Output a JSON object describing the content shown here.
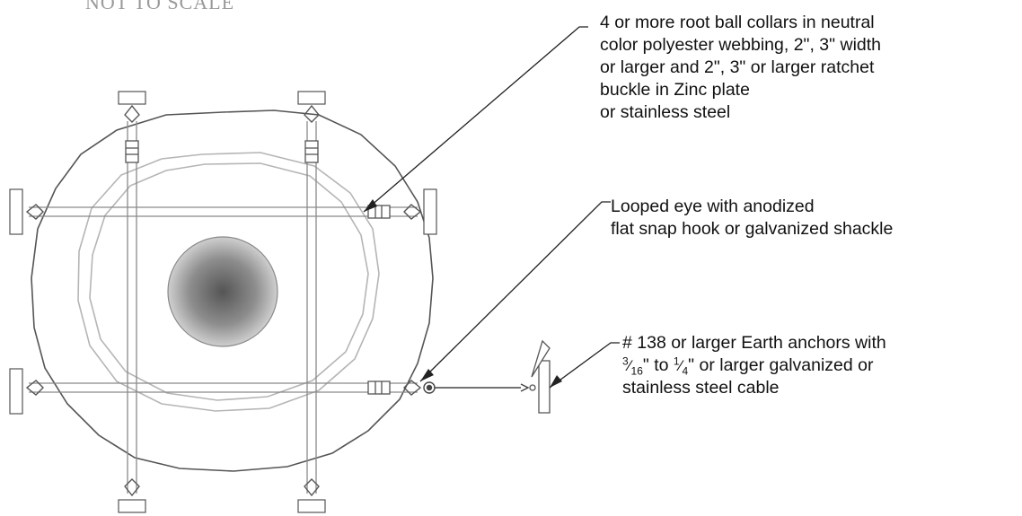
{
  "title": "NOT TO SCALE",
  "notes": {
    "collars": [
      "4 or more root ball collars in neutral",
      "color polyester webbing, 2\", 3\" width",
      "or larger and 2\", 3\" or larger ratchet",
      "buckle in Zinc plate",
      "or stainless steel"
    ],
    "eye": [
      "Looped eye with anodized",
      "flat snap hook or galvanized shackle"
    ],
    "anchor": {
      "line1": "# 138 or larger Earth anchors with",
      "frac1_num": "3",
      "frac1_den": "16",
      "to_text": "\" to ",
      "frac2_num": "1",
      "frac2_den": "4",
      "line2_rest": "\" or larger galvanized or",
      "line3": "stainless steel cable"
    }
  },
  "colors": {
    "outline": "#555555",
    "strap": "#8a8a8a",
    "rootball_rings": "#b5b5b5",
    "trunk_dark": "#555555",
    "trunk_light": "#cfcfcf"
  }
}
